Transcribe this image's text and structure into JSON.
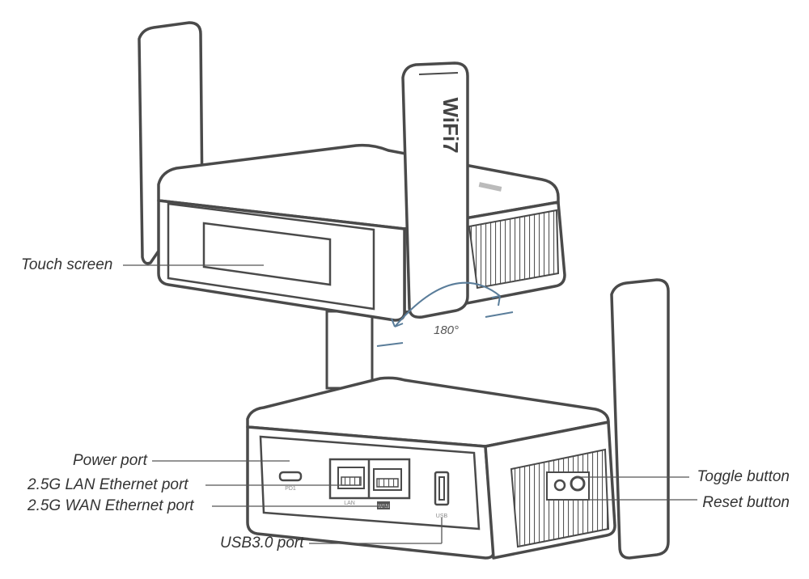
{
  "labels": {
    "touch_screen": "Touch screen",
    "power_port": "Power port",
    "lan_port": "2.5G LAN Ethernet port",
    "wan_port": "2.5G WAN Ethernet port",
    "usb_port": "USB3.0 port",
    "toggle_button": "Toggle button",
    "reset_button": "Reset button",
    "rotation": "180°"
  },
  "device_markings": {
    "antenna_text": "WiFi7",
    "power_port_text": "PD1",
    "lan_port_text": "LAN",
    "wan_port_text": "WAN",
    "usb_port_text": "USB"
  },
  "colors": {
    "line": "#4a4a4a",
    "label": "#333333",
    "accent": "#5a7d9a",
    "device_fill": "#ffffff"
  }
}
